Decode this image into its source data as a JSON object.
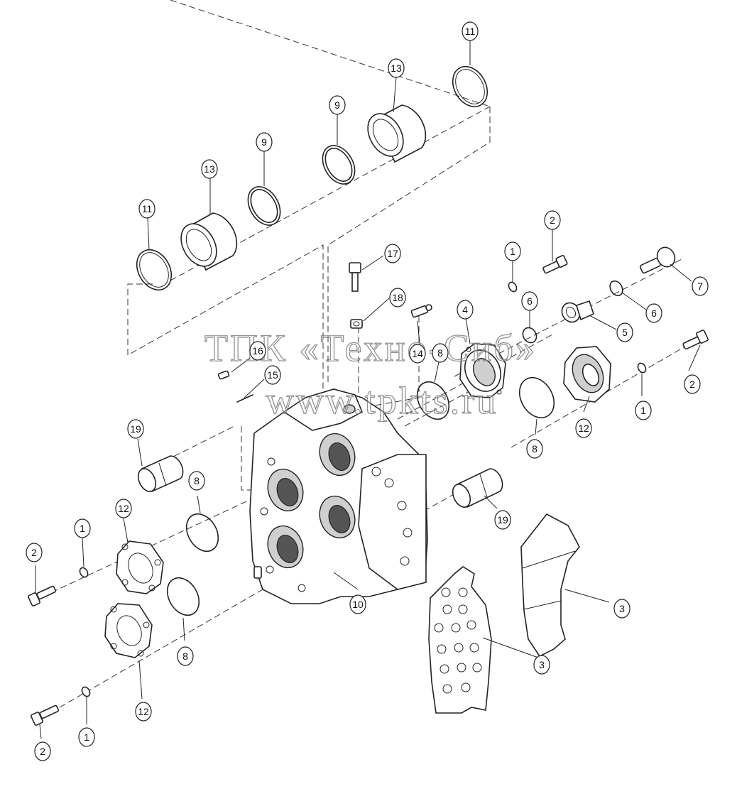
{
  "watermark": {
    "line1": "ТПК «Техно-Сиб»",
    "line2": "www.tpkts.ru"
  },
  "callouts": [
    {
      "id": "c11a",
      "label": "11"
    },
    {
      "id": "c13a",
      "label": "13"
    },
    {
      "id": "c9a",
      "label": "9"
    },
    {
      "id": "c9b",
      "label": "9"
    },
    {
      "id": "c13b",
      "label": "13"
    },
    {
      "id": "c11b",
      "label": "11"
    },
    {
      "id": "c2a",
      "label": "2"
    },
    {
      "id": "c1a",
      "label": "1"
    },
    {
      "id": "c17",
      "label": "17"
    },
    {
      "id": "c18",
      "label": "18"
    },
    {
      "id": "c4",
      "label": "4"
    },
    {
      "id": "c6a",
      "label": "6"
    },
    {
      "id": "c7",
      "label": "7"
    },
    {
      "id": "c6b",
      "label": "6"
    },
    {
      "id": "c5",
      "label": "5"
    },
    {
      "id": "c16",
      "label": "16"
    },
    {
      "id": "c14",
      "label": "14"
    },
    {
      "id": "c8a",
      "label": "8"
    },
    {
      "id": "c15",
      "label": "15"
    },
    {
      "id": "c2b",
      "label": "2"
    },
    {
      "id": "c1b",
      "label": "1"
    },
    {
      "id": "c12a",
      "label": "12"
    },
    {
      "id": "c8b",
      "label": "8"
    },
    {
      "id": "c19a",
      "label": "19"
    },
    {
      "id": "c8c",
      "label": "8"
    },
    {
      "id": "c12b",
      "label": "12"
    },
    {
      "id": "c1c",
      "label": "1"
    },
    {
      "id": "c2c",
      "label": "2"
    },
    {
      "id": "c19b",
      "label": "19"
    },
    {
      "id": "c10",
      "label": "10"
    },
    {
      "id": "c3a",
      "label": "3"
    },
    {
      "id": "c8d",
      "label": "8"
    },
    {
      "id": "c12c",
      "label": "12"
    },
    {
      "id": "c1d",
      "label": "1"
    },
    {
      "id": "c2d",
      "label": "2"
    },
    {
      "id": "c3b",
      "label": "3"
    }
  ]
}
